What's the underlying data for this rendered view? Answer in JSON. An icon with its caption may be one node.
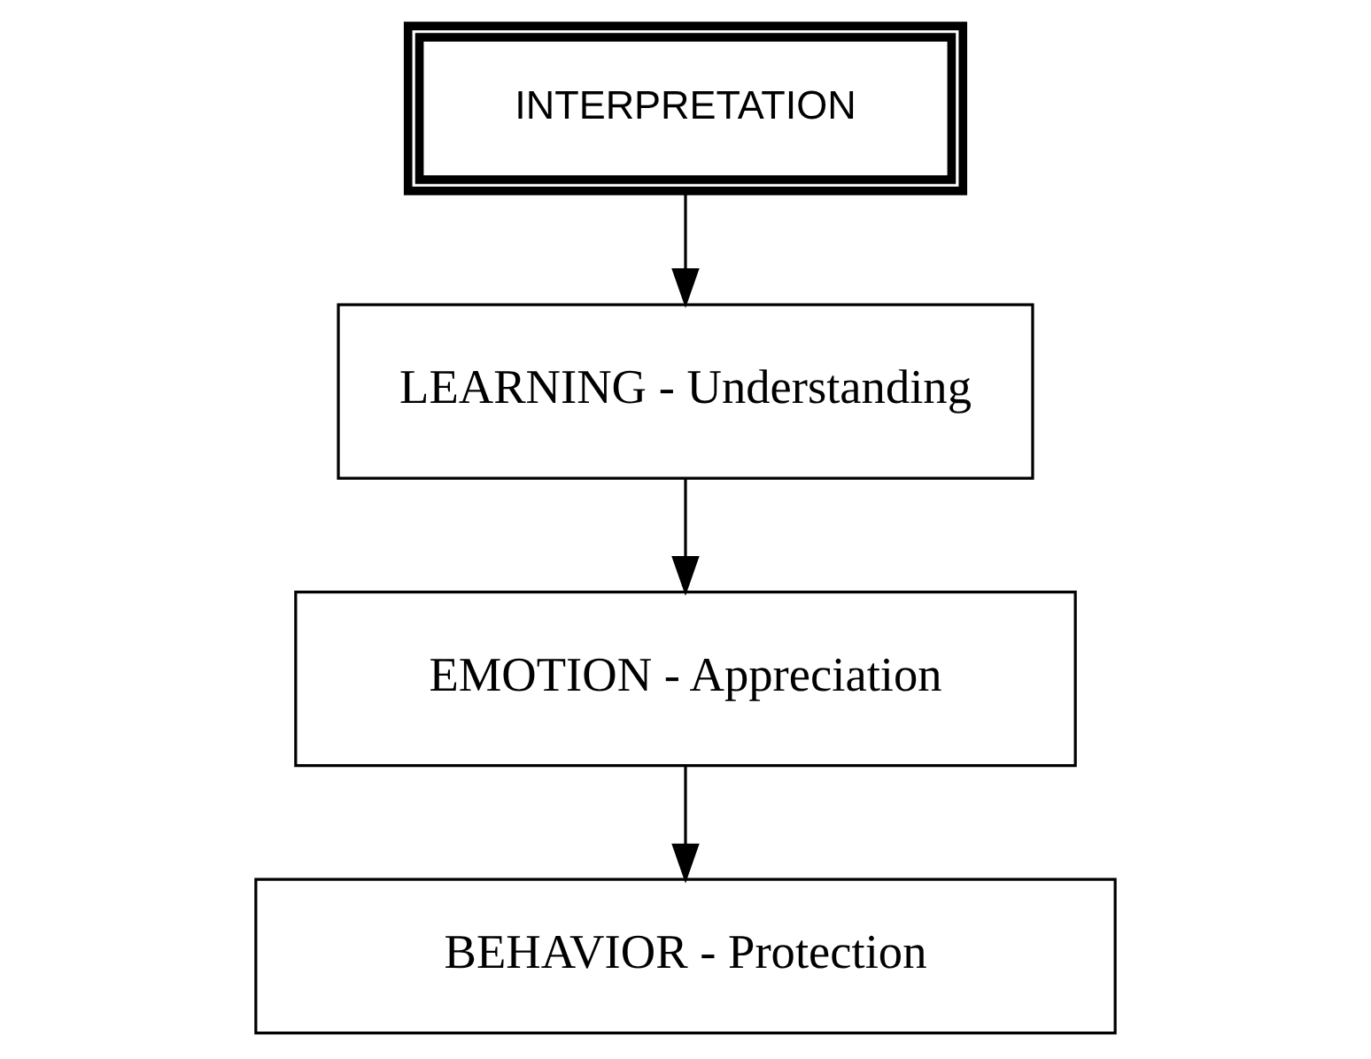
{
  "diagram": {
    "nodes": [
      {
        "text": [
          "INTERPRETATION"
        ]
      },
      {
        "text": [
          "LEARNING - Understanding"
        ]
      },
      {
        "text": [
          "EMOTION - Appreciation"
        ]
      },
      {
        "text": [
          "BEHAVIOR - Protection"
        ]
      }
    ],
    "edges": [
      {
        "from": 0,
        "to": 1,
        "arrow": "to"
      },
      {
        "from": 1,
        "to": 2,
        "arrow": "to"
      },
      {
        "from": 2,
        "to": 3,
        "arrow": "to"
      }
    ]
  }
}
